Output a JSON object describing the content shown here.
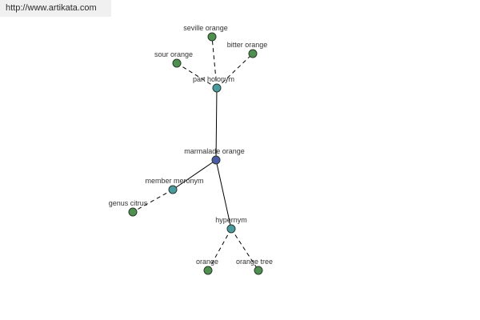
{
  "banner": {
    "url_text": "http://www.artikata.com"
  },
  "colors": {
    "center_node": "#4a5aa8",
    "relation_node": "#4a9aa0",
    "leaf_node": "#4f9050",
    "edge": "#000000"
  },
  "graph": {
    "center": {
      "label": "marmalade orange"
    },
    "relations": [
      {
        "label": "part holonym",
        "terms": [
          "seville orange",
          "bitter orange",
          "sour orange"
        ]
      },
      {
        "label": "member meronym",
        "terms": [
          "genus citrus"
        ]
      },
      {
        "label": "hypernym",
        "terms": [
          "orange",
          "orange tree"
        ]
      }
    ]
  }
}
